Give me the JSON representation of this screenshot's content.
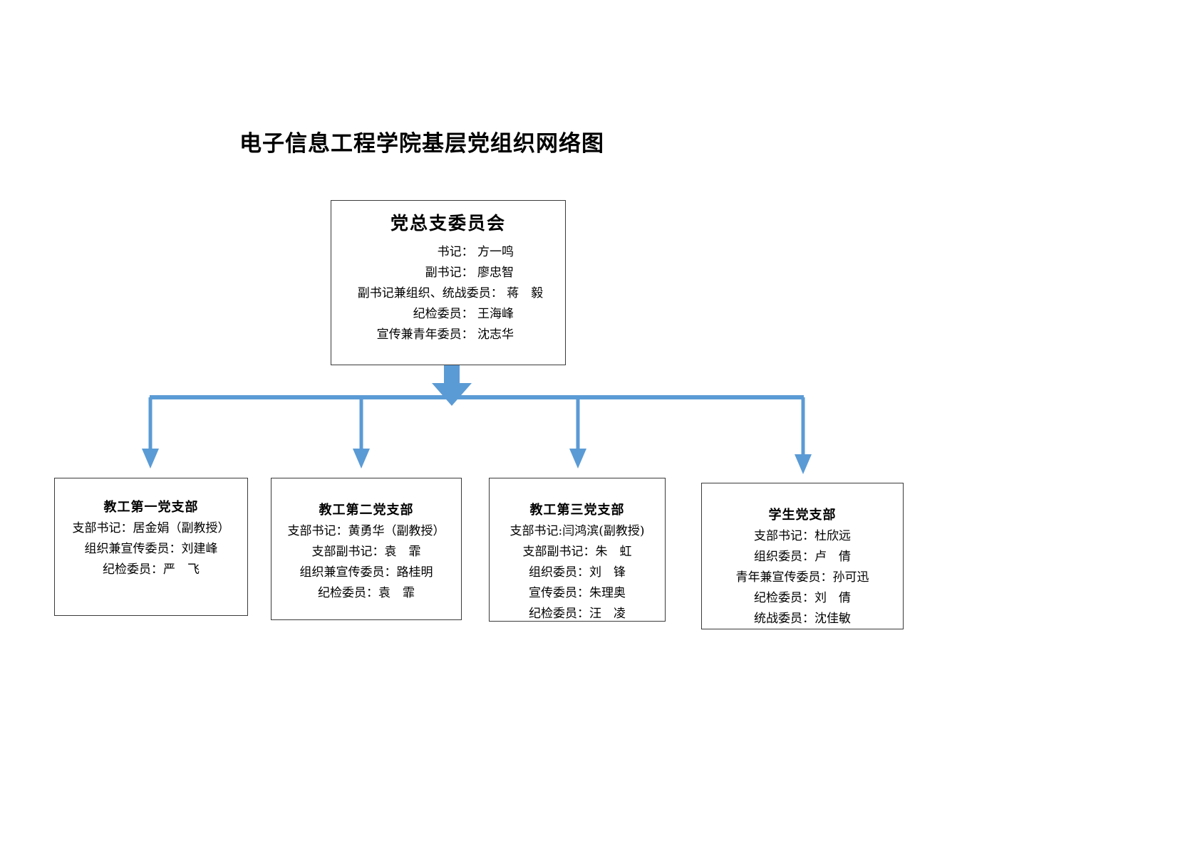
{
  "title": "电子信息工程学院基层党组织网络图",
  "colors": {
    "connector": "#5B9BD5",
    "box_border": "#3a3a3a",
    "text": "#000000",
    "background": "#ffffff"
  },
  "root": {
    "title": "党总支委员会",
    "lines": [
      "书记： 方一鸣",
      "副书记： 廖忠智",
      "副书记兼组织、统战委员： 蒋　毅",
      "纪检委员： 王海峰",
      "宣传兼青年委员： 沈志华"
    ]
  },
  "branches": [
    {
      "title": "教工第一党支部",
      "lines": [
        "支部书记：居金娟（副教授）",
        "组织兼宣传委员：刘建峰",
        "纪检委员：严　飞"
      ]
    },
    {
      "title": "教工第二党支部",
      "lines": [
        "支部书记：黄勇华（副教授）",
        "支部副书记：袁　霏",
        "组织兼宣传委员：路桂明",
        "纪检委员：袁　霏"
      ]
    },
    {
      "title": "教工第三党支部",
      "lines": [
        "支部书记:闫鸿滨(副教授)",
        "支部副书记：朱　虹",
        "组织委员：刘　锋",
        "宣传委员：朱理奥",
        "纪检委员：汪　凌"
      ]
    },
    {
      "title": "学生党支部",
      "lines": [
        "支部书记：杜欣远",
        "组织委员：卢　倩",
        "青年兼宣传委员：孙可迅",
        "纪检委员：刘　倩",
        "统战委员：沈佳敏"
      ]
    }
  ]
}
